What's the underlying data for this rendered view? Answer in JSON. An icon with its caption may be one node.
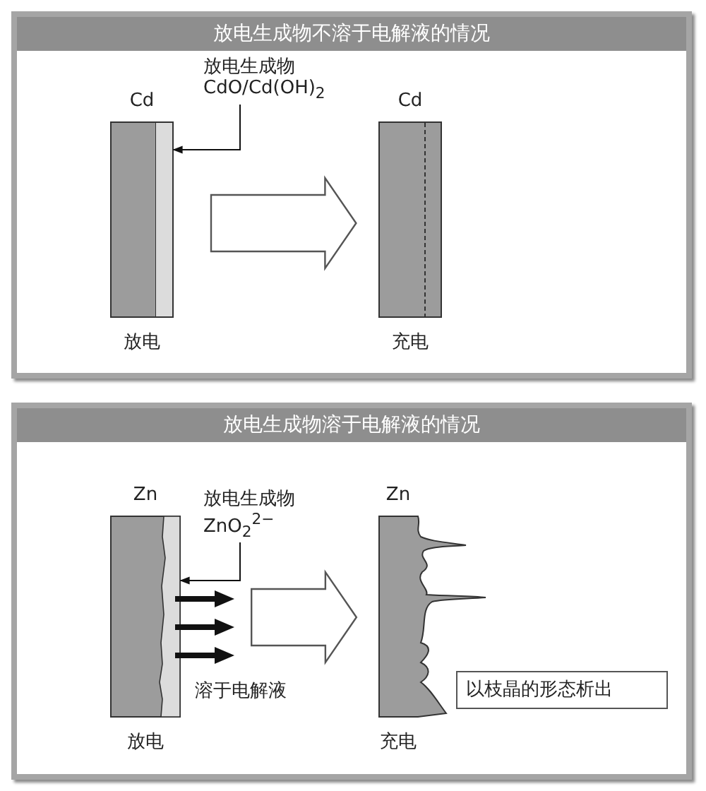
{
  "diagram": {
    "nodes": [
      {
        "text": [
          "放电生成物不溶于电解液的情况"
        ]
      },
      {
        "text": [
          "Cd"
        ],
        "beside": [
          "放电"
        ],
        "in": 0
      },
      {
        "text": [
          "放电生成物",
          "CdO/Cd(OH)$_{2}$"
        ],
        "in": 0
      },
      {
        "text": [],
        "shape": "bar",
        "in": 1
      },
      {
        "text": [
          "Cd"
        ],
        "beside": [
          "充电"
        ],
        "in": 0
      },
      {
        "text": [
          "放电生成物溶于电解液的情况"
        ]
      },
      {
        "text": [
          "Zn"
        ],
        "beside": [
          "放电"
        ],
        "in": 5
      },
      {
        "text": [
          "放电生成物",
          "ZnO$_{2}$$^{2−}$"
        ],
        "in": 5
      },
      {
        "text": [],
        "shape": "bar",
        "in": 6
      },
      {
        "text": [
          "Zn"
        ],
        "beside": [
          "充电"
        ],
        "in": 5
      },
      {
        "text": [
          "以枝晶的形态析出"
        ],
        "in": 5
      }
    ],
    "edges": [
      {
        "from": 2,
        "to": 3,
        "arrow": "to"
      },
      {
        "from": 1,
        "to": 4,
        "arrow": "to",
        "style": "thick"
      },
      {
        "from": 7,
        "to": 8,
        "arrow": "to"
      },
      {
        "from": 6,
        "to": 9,
        "arrow": "to",
        "style": "thick"
      }
    ],
    "labels": [
      "溶于电解液"
    ]
  }
}
